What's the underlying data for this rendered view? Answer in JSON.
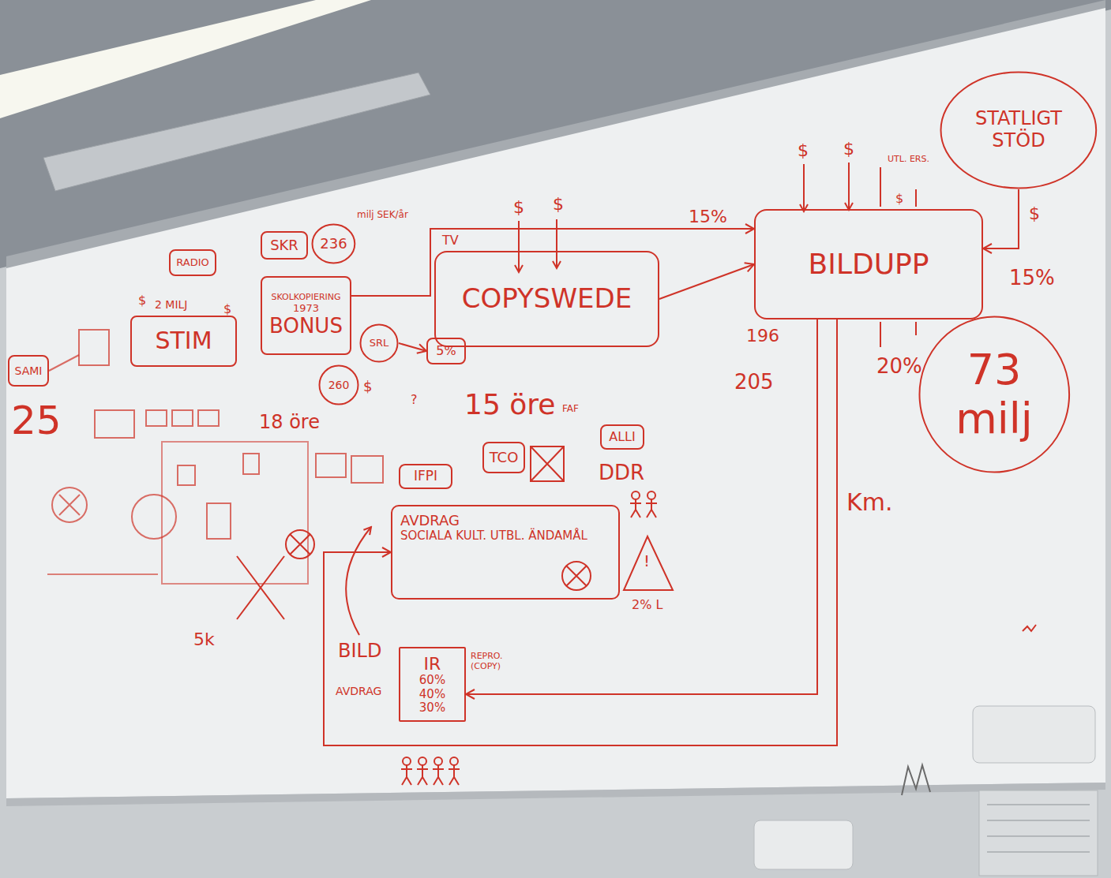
{
  "diagram": {
    "nodes": [
      {
        "text": [
          "STATLIGT STÖD"
        ]
      },
      {
        "text": [
          "RADIO"
        ]
      },
      {
        "text": [
          "SKR"
        ]
      },
      {
        "text": [
          "236"
        ]
      },
      {
        "text": [
          "SKOLKOPIERING",
          "1973",
          "BONUS"
        ]
      },
      {
        "text": [
          "COPYSWEDE"
        ]
      },
      {
        "text": [
          "BILDUPP"
        ]
      },
      {
        "text": [
          "SAMI"
        ]
      },
      {
        "text": [
          "STIM"
        ]
      },
      {
        "text": [
          "SRL"
        ]
      },
      {
        "text": [
          "5%"
        ]
      },
      {
        "text": [
          "260"
        ]
      },
      {
        "text": [
          "73 milj"
        ]
      },
      {
        "text": [
          "TCO"
        ]
      },
      {
        "text": [
          "ALLI"
        ]
      },
      {
        "text": [
          "IFPI"
        ]
      },
      {
        "text": [
          "AVDRAG",
          "SOCIALA KULT. UTBL. ÄNDAMÅL"
        ]
      },
      {
        "text": [
          "IR",
          "60%",
          "40%",
          "30%"
        ]
      }
    ],
    "edges": [
      {
        "from": 0,
        "to": 6,
        "arrow": "to"
      },
      {
        "from": 5,
        "to": 6,
        "arrow": "to"
      },
      {
        "from": 4,
        "to": 6,
        "label": "15%",
        "arrow": "to"
      },
      {
        "from": 6,
        "to": 17,
        "arrow": "to"
      },
      {
        "from": 6,
        "to": 16,
        "arrow": "to"
      },
      {
        "from": 9,
        "to": 10,
        "arrow": "to"
      }
    ],
    "labels": [
      "UTL. ERS.",
      "$",
      "$",
      "$",
      "$",
      "15%",
      "196",
      "205",
      "20%",
      "Km.",
      "TV",
      "$",
      "$",
      "milj SEK/år",
      "$",
      "2 MILJ",
      "$",
      "15 öre",
      "18 öre",
      "25",
      "5k",
      "BILD",
      "AVDRAG",
      "REPRO. (COPY)",
      "FAF",
      "!",
      "2% L",
      "$",
      "?",
      "DDR"
    ]
  }
}
